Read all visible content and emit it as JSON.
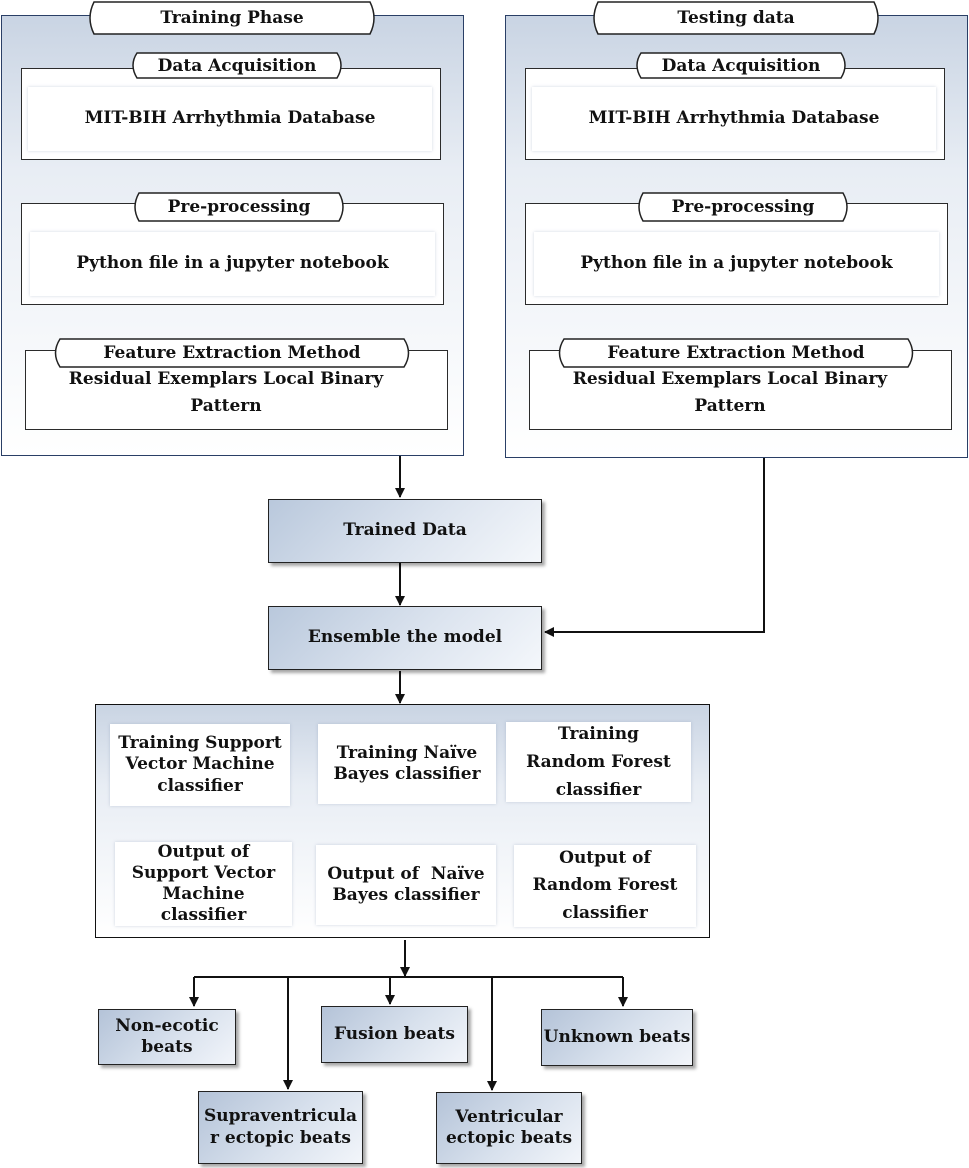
{
  "training": {
    "title": "Training Phase",
    "acquisition_title": "Data Acquisition",
    "database": "MIT-BIH Arrhythmia Database",
    "preprocessing_title": "Pre-processing",
    "preprocessing_text": "Python file in a jupyter notebook",
    "feature_title": "Feature Extraction Method",
    "feature_text_line1": "Residual Exemplars Local Binary",
    "feature_text_line2": "Pattern"
  },
  "testing": {
    "title": "Testing data",
    "acquisition_title": "Data Acquisition",
    "database": "MIT-BIH Arrhythmia Database",
    "preprocessing_title": "Pre-processing",
    "preprocessing_text": "Python file in a jupyter notebook",
    "feature_title": "Feature Extraction Method",
    "feature_text_line1": "Residual Exemplars Local Binary",
    "feature_text_line2": "Pattern"
  },
  "trained_data": "Trained Data",
  "ensemble": "Ensemble the model",
  "classifiers": {
    "svm_train": [
      "Training Support",
      "Vector Machine",
      "classifier"
    ],
    "nb_train": [
      "Training Naïve",
      "Bayes classifier"
    ],
    "rf_train": [
      "Training",
      "Random Forest",
      "classifier"
    ],
    "svm_out": [
      "Output of",
      "Support Vector",
      "Machine",
      "classifier"
    ],
    "nb_out": [
      "Output of  Naïve",
      "Bayes classifier"
    ],
    "rf_out": [
      "Output of",
      "Random Forest",
      "classifier"
    ]
  },
  "outputs": {
    "non_ecotic": [
      "Non-ecotic",
      "beats"
    ],
    "fusion": "Fusion beats",
    "unknown": "Unknown beats",
    "supraventricular": [
      "Supraventricula",
      "r ectopic beats"
    ],
    "ventricular": [
      "Ventricular",
      "ectopic beats"
    ]
  }
}
